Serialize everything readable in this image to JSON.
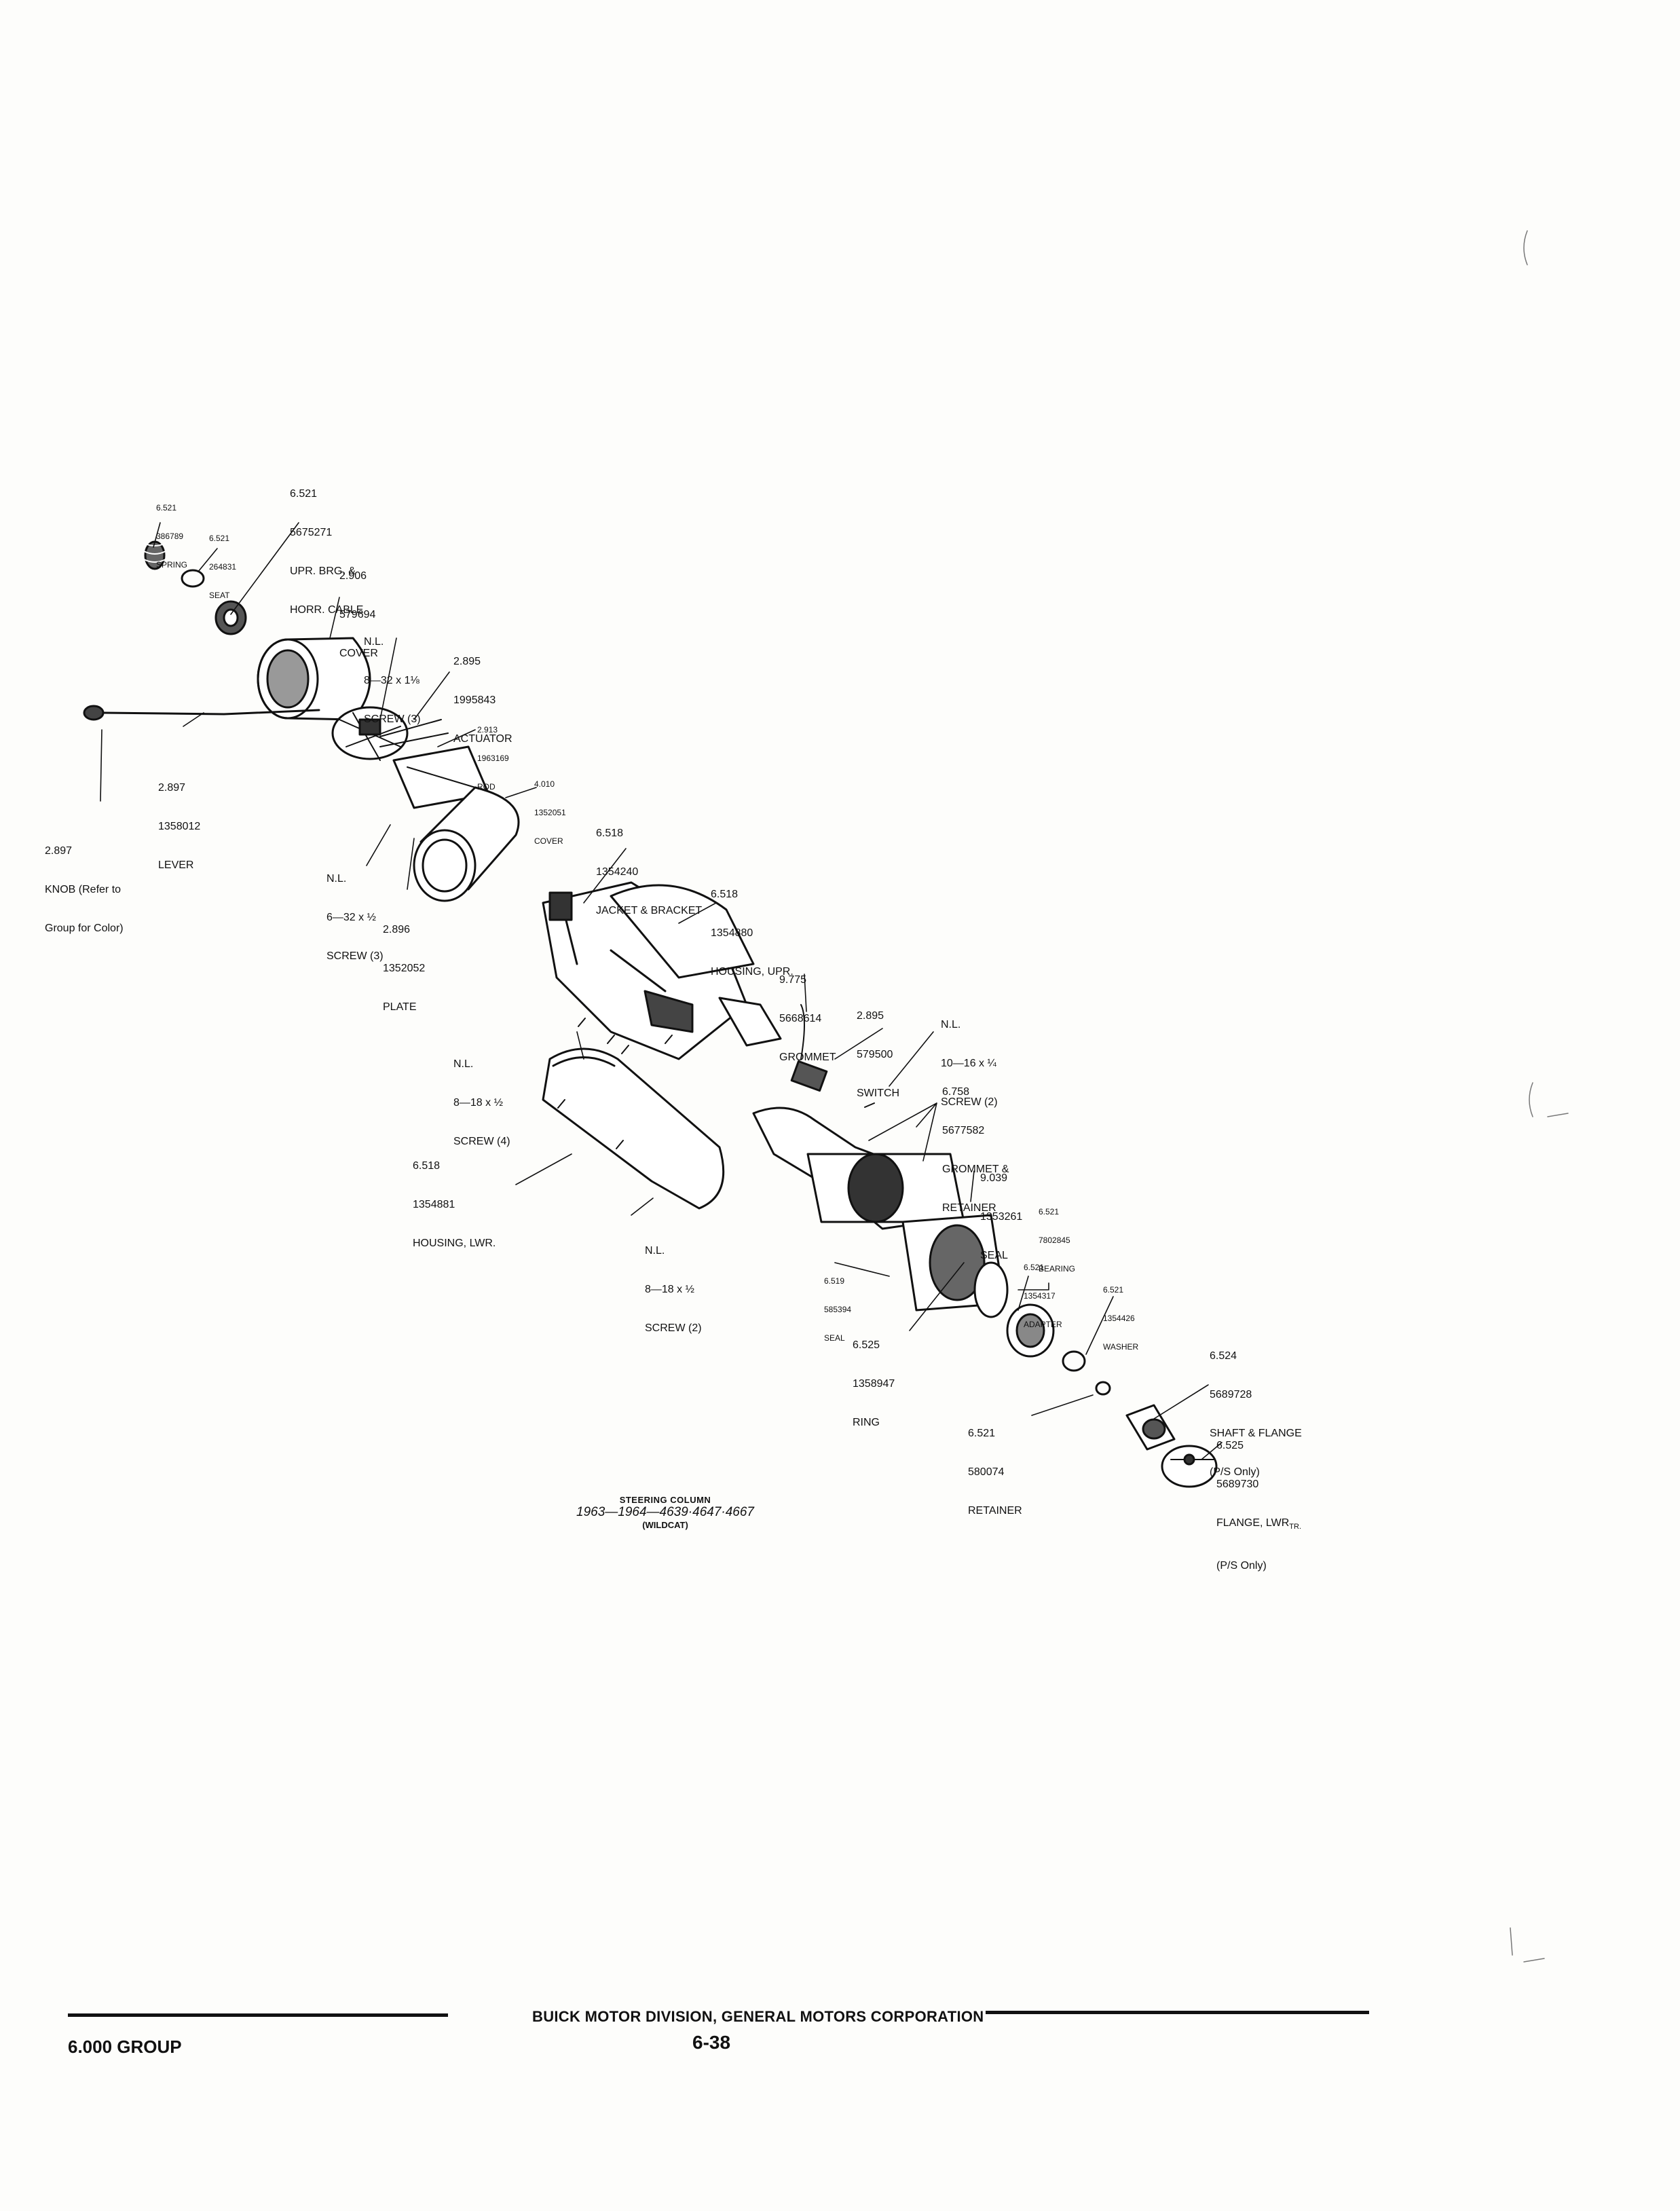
{
  "diagram": {
    "title": "STEERING COLUMN",
    "models": "1963—1964—4639·4647·4667",
    "variant": "(WILDCAT)"
  },
  "labels": {
    "spring": [
      "6.521",
      "386789",
      "SPRING"
    ],
    "seat": [
      "6.521",
      "264831",
      "SEAT"
    ],
    "upr_brg": [
      "6.521",
      "5675271",
      "UPR. BRG. &",
      "HORR. CABLE"
    ],
    "cover_top": [
      "2.906",
      "579694",
      "COVER"
    ],
    "nl_screw_3": [
      "N.L.",
      "8—32 x 1⅛",
      "SCREW (3)"
    ],
    "actuator": [
      "2.895",
      "1995843",
      "ACTUATOR"
    ],
    "rod": [
      "2.913",
      "1963169",
      "ROD"
    ],
    "lever": [
      "2.897",
      "1358012",
      "LEVER"
    ],
    "knob": [
      "2.897",
      "KNOB (Refer to",
      "Group for Color)"
    ],
    "cover_mid": [
      "4.010",
      "1352051",
      "COVER"
    ],
    "nl_screw_6_32": [
      "N.L.",
      "6—32 x ½",
      "SCREW (3)"
    ],
    "plate": [
      "2.896",
      "1352052",
      "PLATE"
    ],
    "jacket": [
      "6.518",
      "1354240",
      "JACKET & BRACKET"
    ],
    "housing_upr": [
      "6.518",
      "1354880",
      "HOUSING, UPR."
    ],
    "grommet": [
      "9.775",
      "5668614",
      "GROMMET"
    ],
    "switch": [
      "2.895",
      "579500",
      "SWITCH"
    ],
    "nl_screw_10_16": [
      "N.L.",
      "10—16 x ¼",
      "SCREW (2)"
    ],
    "nl_screw_8_18_4": [
      "N.L.",
      "8—18 x ½",
      "SCREW (4)"
    ],
    "grommet_retainer": [
      "6.758",
      "5677582",
      "GROMMET &",
      "RETAINER"
    ],
    "housing_lwr": [
      "6.518",
      "1354881",
      "HOUSING, LWR."
    ],
    "seal_9039": [
      "9.039",
      "1353261",
      "SEAL"
    ],
    "bearing": [
      "6.521",
      "7802845",
      "BEARING"
    ],
    "adapter": [
      "6.521",
      "1354317",
      "ADAPTER"
    ],
    "washer": [
      "6.521",
      "1354426",
      "WASHER"
    ],
    "seal_6519": [
      "6.519",
      "585394",
      "SEAL"
    ],
    "nl_screw_8_18_2": [
      "N.L.",
      "8—18 x ½",
      "SCREW (2)"
    ],
    "ring": [
      "6.525",
      "1358947",
      "RING"
    ],
    "shaft_flange": [
      "6.524",
      "5689728",
      "SHAFT & FLANGE",
      "(P/S Only)"
    ],
    "retainer": [
      "6.521",
      "580074",
      "RETAINER"
    ],
    "flange_lwr": [
      "6.525",
      "5689730",
      "FLANGE, LWR",
      "(P/S Only)"
    ]
  },
  "flange_subscript": "TR.",
  "footer": {
    "corporation": "BUICK MOTOR DIVISION, GENERAL MOTORS CORPORATION",
    "group": "6.000 GROUP",
    "page": "6-38"
  }
}
